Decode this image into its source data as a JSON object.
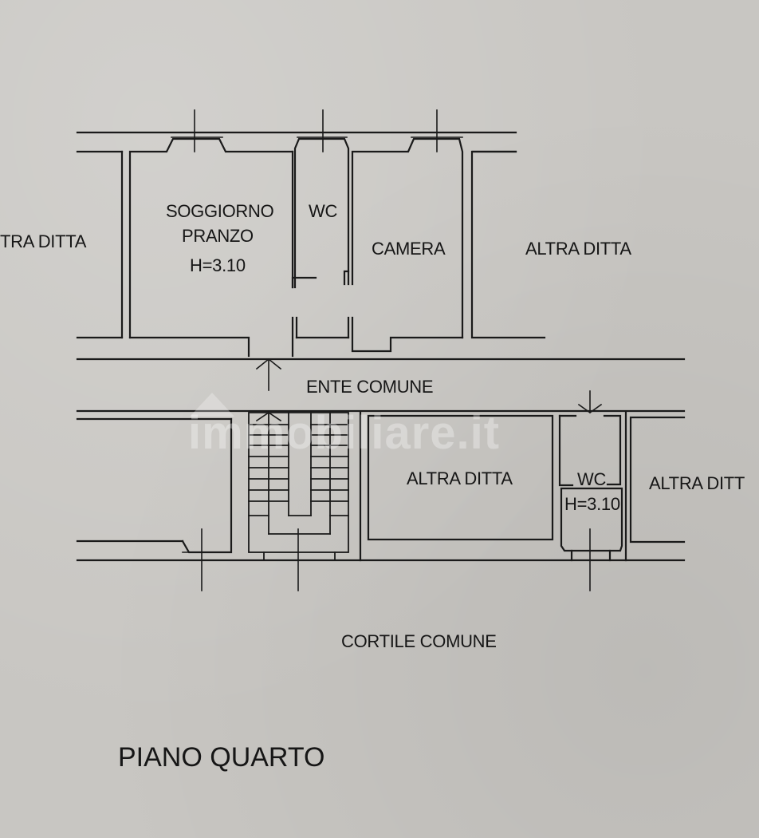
{
  "plan": {
    "title": "PIANO QUARTO",
    "rooms": {
      "soggiorno_line1": "SOGGIORNO",
      "soggiorno_line2": "PRANZO",
      "soggiorno_height": "H=3.10",
      "wc_upper": "WC",
      "camera": "CAMERA",
      "altra_ditta_left": "TRA DITTA",
      "altra_ditta_right_top": "ALTRA DITTA",
      "ente_comune": "ENTE COMUNE",
      "altra_ditta_lower_mid": "ALTRA DITTA",
      "wc_lower": "WC",
      "wc_lower_height": "H=3.10",
      "altra_ditta_lower_right": "ALTRA DITT",
      "cortile_comune": "CORTILE COMUNE"
    },
    "watermark": "immobiliare.it",
    "colors": {
      "paper": "#c8c6c2",
      "ink": "#161616",
      "watermark": "#ffffff"
    }
  }
}
